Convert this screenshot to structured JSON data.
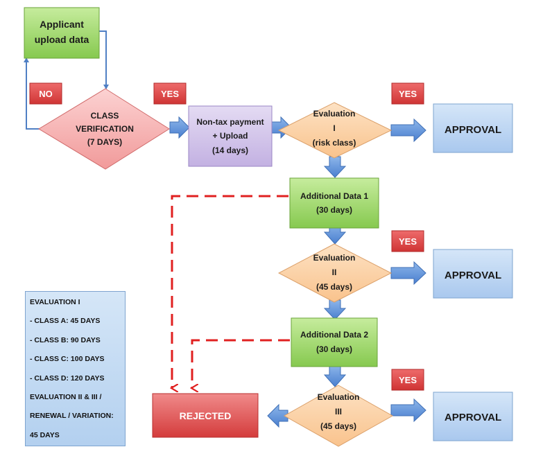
{
  "nodes": {
    "applicant": [
      "Applicant",
      "upload data"
    ],
    "class_verification": [
      "CLASS",
      "VERIFICATION",
      "(7 DAYS)"
    ],
    "payment": [
      "Non-tax payment",
      "+ Upload",
      "(14 days)"
    ],
    "evaluation_1": [
      "Evaluation",
      "I",
      "(risk class)"
    ],
    "additional_data_1": [
      "Additional Data 1",
      "(30 days)"
    ],
    "evaluation_2": [
      "Evaluation",
      "II",
      "(45 days)"
    ],
    "additional_data_2": [
      "Additional Data 2",
      "(30 days)"
    ],
    "evaluation_3": [
      "Evaluation",
      "III",
      "(45 days)"
    ],
    "approval_1": "APPROVAL",
    "approval_2": "APPROVAL",
    "approval_3": "APPROVAL",
    "rejected": "REJECTED"
  },
  "badges": {
    "no": "NO",
    "yes_1": "YES",
    "yes_2": "YES",
    "yes_3": "YES",
    "yes_4": "YES"
  },
  "legend": [
    "EVALUATION I",
    "- CLASS A: 45 DAYS",
    "- CLASS B: 90 DAYS",
    "- CLASS C: 100 DAYS",
    "- CLASS D: 120 DAYS",
    "EVALUATION II & III /",
    "RENEWAL / VARIATION:",
    "45 DAYS"
  ],
  "colors": {
    "green_box": "#8fcf5a",
    "pink_diamond": "#f4a5a5",
    "purple_box": "#cdbde6",
    "orange_diamond": "#fbcf9e",
    "approval_box": "#b8d2f1",
    "rejected_box": "#e05656",
    "badge_red": "#e04a4a",
    "arrow_blue": "#4f86d6",
    "dashed_red": "#e02020"
  }
}
